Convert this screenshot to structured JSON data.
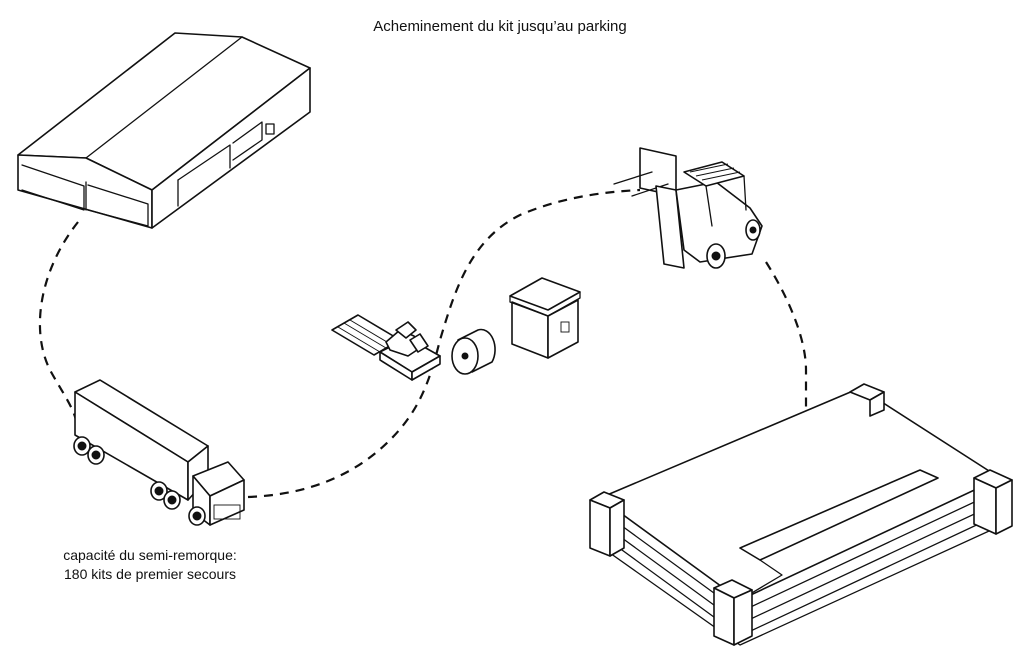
{
  "title": "Acheminement du kit jusqu’au parking",
  "caption": {
    "line1": "capacité du semi-remorque:",
    "line2": "180 kits de premier secours"
  },
  "stages": [
    {
      "name": "warehouse",
      "icon": "warehouse-icon"
    },
    {
      "name": "semi-trailer truck",
      "icon": "truck-icon"
    },
    {
      "name": "pallet with kits",
      "icon": "pallet-icon"
    },
    {
      "name": "roll",
      "icon": "roll-icon"
    },
    {
      "name": "crate",
      "icon": "crate-icon"
    },
    {
      "name": "forklift",
      "icon": "forklift-icon"
    },
    {
      "name": "parking structure",
      "icon": "parking-icon"
    }
  ],
  "colors": {
    "line": "#111111",
    "background": "#ffffff"
  }
}
